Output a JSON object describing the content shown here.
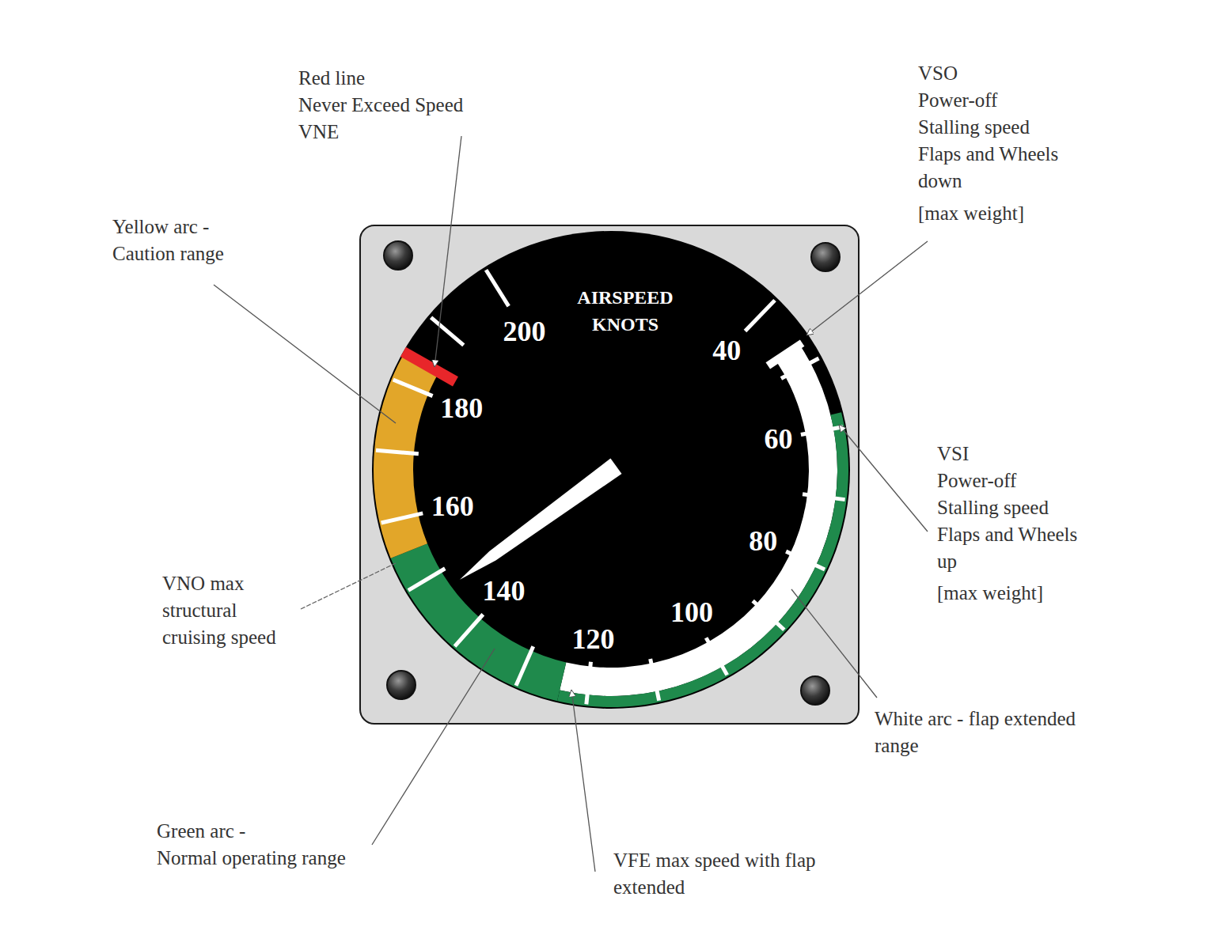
{
  "diagram": {
    "nodes": [
      {
        "text": [
          "AIRSPEED KNOTS"
        ]
      }
    ],
    "labels": [
      "Red line Never Exceed Speed VNE",
      "VSO Power-off Stalling speed Flaps and Wheels down [max weight]",
      "Yellow arc - Caution range",
      "200",
      "40",
      "180",
      "60",
      "160",
      "80",
      "140",
      "100",
      "120",
      "VSI Power-off Stalling speed Flaps and Wheels up [max weight]",
      "VNO max structural cruising speed",
      "White arc - flap extended range",
      "Green arc - Normal operating range",
      "VFE max speed with flap extended"
    ]
  }
}
